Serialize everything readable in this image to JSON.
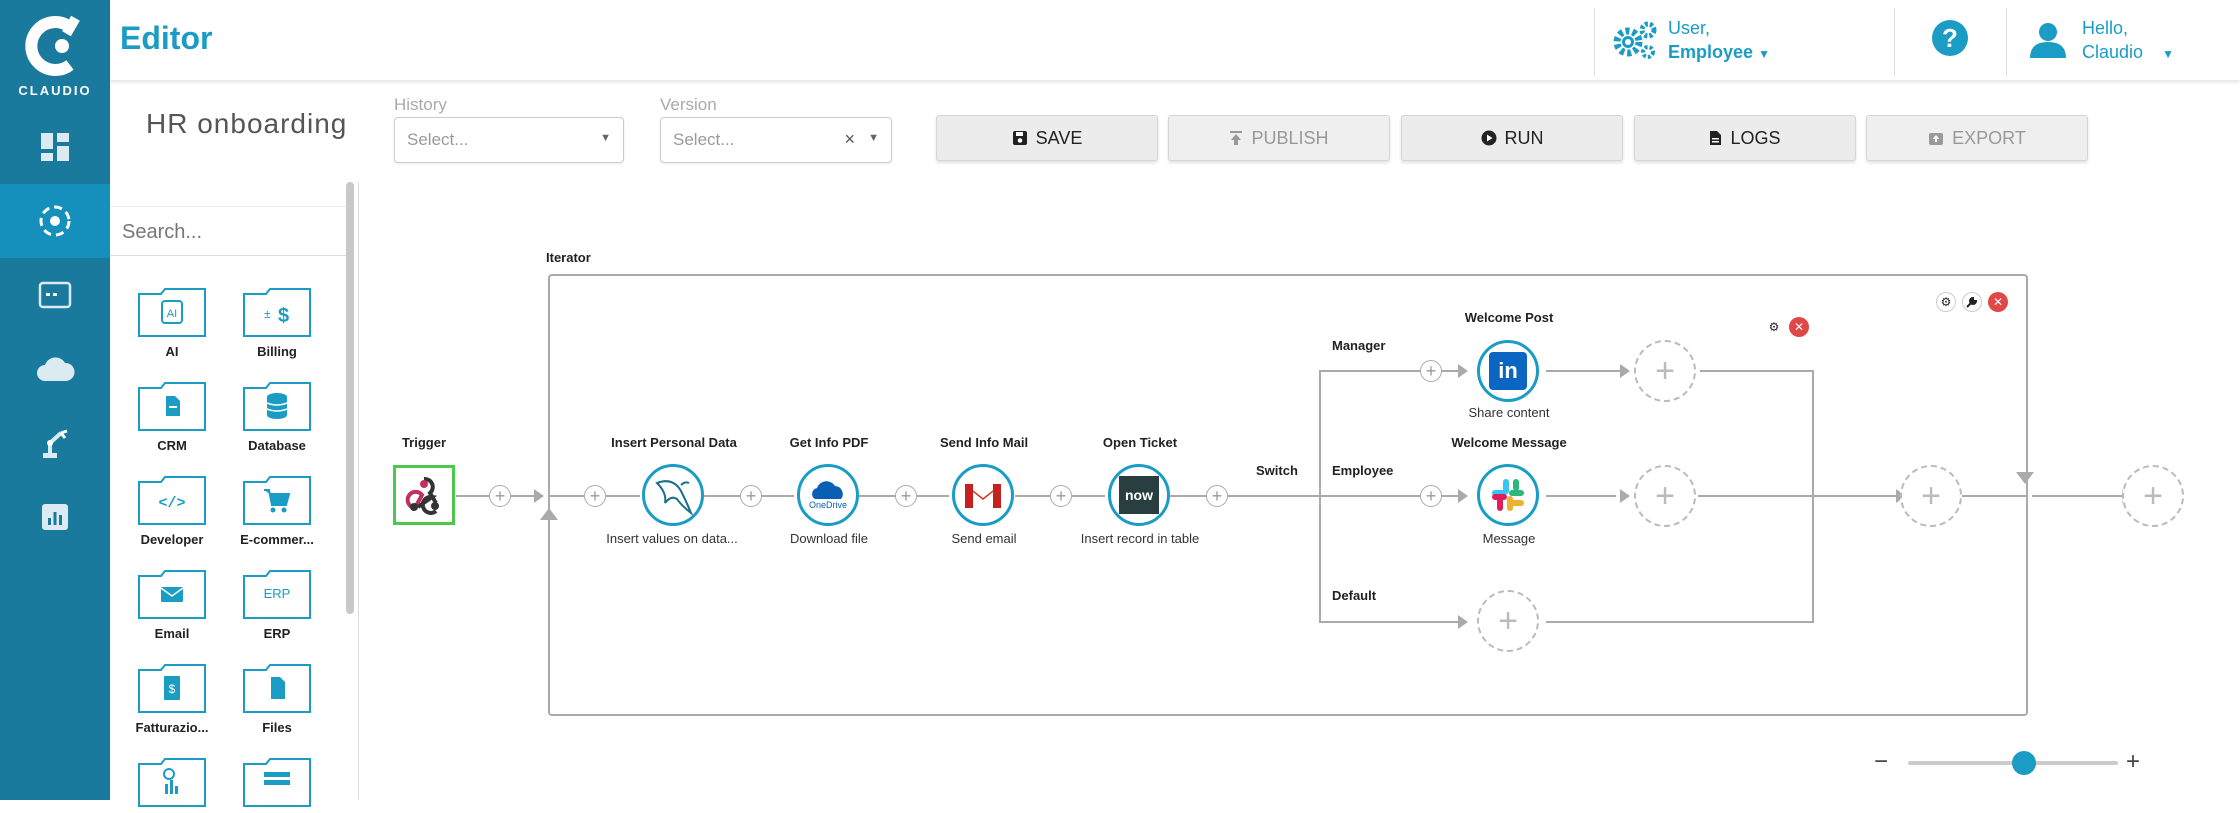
{
  "app": {
    "logo_text": "CLAUDIO",
    "editor_title": "Editor"
  },
  "header": {
    "role_line1": "User,",
    "role_line2": "Employee",
    "greeting_line1": "Hello,",
    "greeting_line2": "Claudio"
  },
  "workflow": {
    "name": "HR onboarding"
  },
  "filters": {
    "history_label": "History",
    "history_placeholder": "Select...",
    "version_label": "Version",
    "version_placeholder": "Select..."
  },
  "toolbar": {
    "save": "SAVE",
    "publish": "PUBLISH",
    "run": "RUN",
    "logs": "LOGS",
    "export": "EXPORT"
  },
  "palette": {
    "search_placeholder": "Search...",
    "items": [
      {
        "label": "AI",
        "icon": "ai-icon"
      },
      {
        "label": "Billing",
        "icon": "billing-icon"
      },
      {
        "label": "CRM",
        "icon": "crm-icon"
      },
      {
        "label": "Database",
        "icon": "database-icon"
      },
      {
        "label": "Developer",
        "icon": "code-icon"
      },
      {
        "label": "E-commer...",
        "icon": "cart-icon"
      },
      {
        "label": "Email",
        "icon": "email-icon"
      },
      {
        "label": "ERP",
        "icon": "erp-icon"
      },
      {
        "label": "Fatturazio...",
        "icon": "invoice-icon"
      },
      {
        "label": "Files",
        "icon": "file-icon"
      }
    ],
    "erp_glyph": "ERP"
  },
  "flow": {
    "iterator_label": "Iterator",
    "trigger_label": "Trigger",
    "switch_label": "Switch",
    "nodes": [
      {
        "title": "Insert Personal Data",
        "subtitle": "Insert values on data...",
        "icon": "mysql-icon"
      },
      {
        "title": "Get Info PDF",
        "subtitle": "Download file",
        "icon": "onedrive-icon"
      },
      {
        "title": "Send Info Mail",
        "subtitle": "Send email",
        "icon": "gmail-icon"
      },
      {
        "title": "Open Ticket",
        "subtitle": "Insert record in table",
        "icon": "servicenow-icon"
      }
    ],
    "branches": {
      "manager": "Manager",
      "employee": "Employee",
      "default": "Default"
    },
    "welcome_post": {
      "title": "Welcome Post",
      "subtitle": "Share content"
    },
    "welcome_message": {
      "title": "Welcome Message",
      "subtitle": "Message"
    },
    "onedrive_text": "OneDrive",
    "servicenow_text": "now"
  },
  "colors": {
    "sidebar": "#1a7a9e",
    "accent": "#1a9cc4",
    "trigger_border": "#4cc94c",
    "danger": "#e04848"
  },
  "zoom": {
    "level": 0.55
  }
}
